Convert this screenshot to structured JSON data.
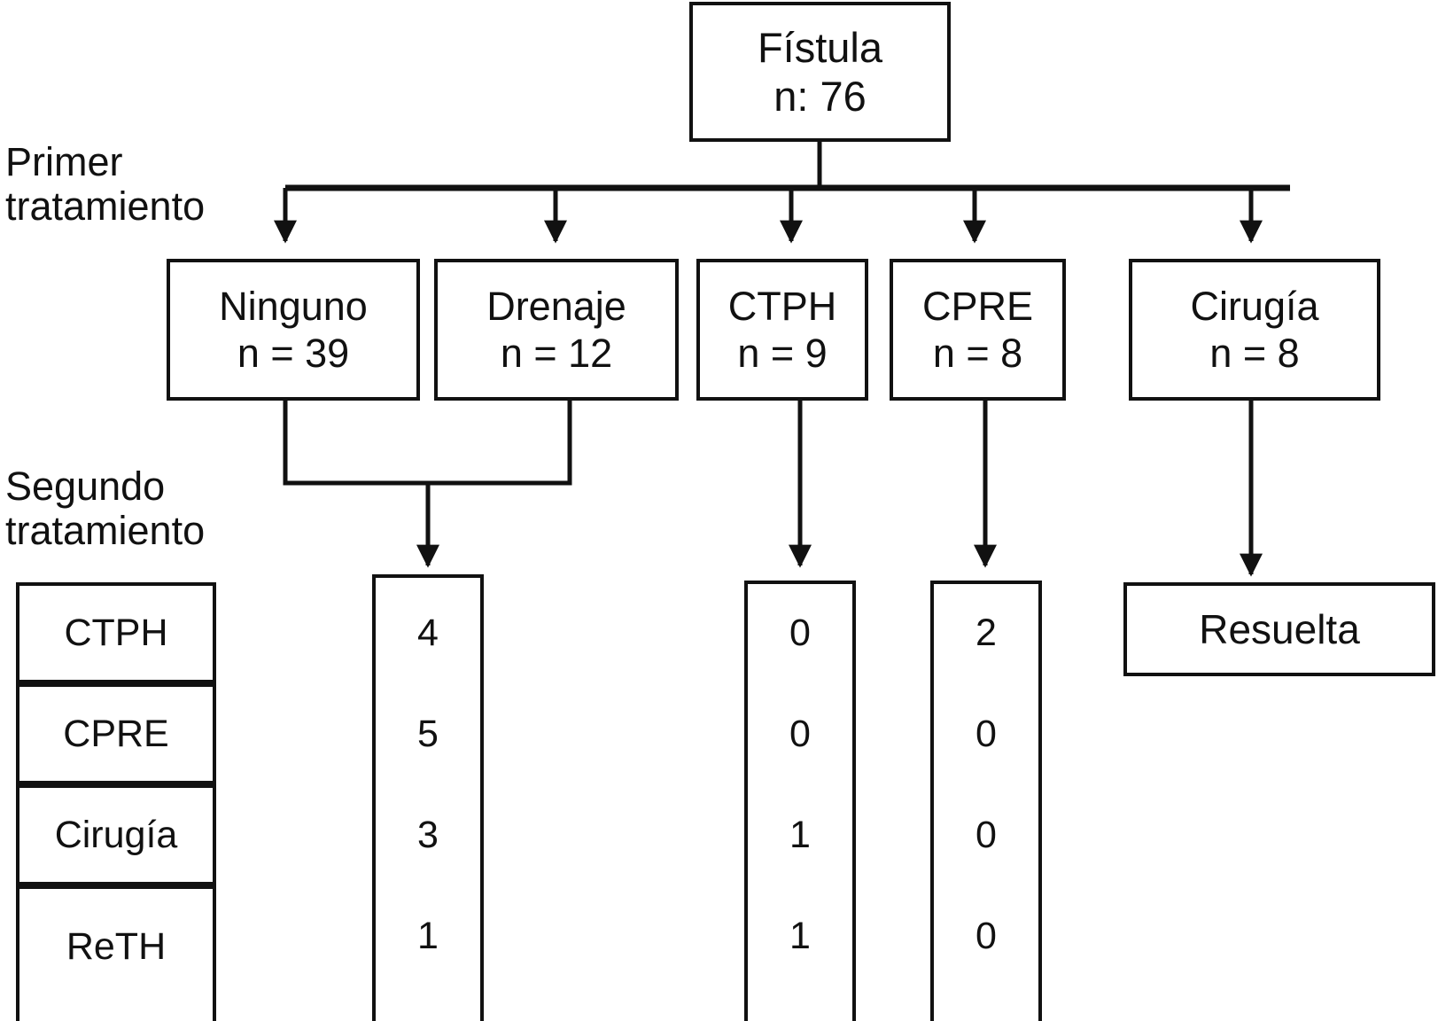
{
  "figure": {
    "title": "Fistula treatment flowchart",
    "language": "es",
    "stroke_color": "#111111",
    "background_color": "#ffffff"
  },
  "stage_labels": {
    "first": "Primer\ntratamiento",
    "second": "Segundo\ntratamiento"
  },
  "root": {
    "line1": "Fístula",
    "line2": "n: 76"
  },
  "first_treatment": [
    {
      "name": "Ninguno",
      "n": "n = 39"
    },
    {
      "name": "Drenaje",
      "n": "n = 12"
    },
    {
      "name": "CTPH",
      "n": "n = 9"
    },
    {
      "name": "CPRE",
      "n": "n = 8"
    },
    {
      "name": "Cirugía",
      "n": "n = 8"
    }
  ],
  "second_treatment": {
    "legend": [
      "CTPH",
      "CPRE",
      "Cirugía",
      "ReTH"
    ],
    "columns": [
      {
        "source": "Ninguno + Drenaje",
        "values": [
          "4",
          "5",
          "3",
          "1"
        ]
      },
      {
        "source": "CTPH",
        "values": [
          "0",
          "0",
          "1",
          "1"
        ]
      },
      {
        "source": "CPRE",
        "values": [
          "2",
          "0",
          "0",
          "0"
        ]
      }
    ],
    "outcome": "Resuelta"
  },
  "chart_data": {
    "type": "table",
    "title": "Fístula n: 76 — Primer y Segundo tratamiento",
    "categories": [
      "CTPH",
      "CPRE",
      "Cirugía",
      "ReTH"
    ],
    "series": [
      {
        "name": "Ninguno + Drenaje",
        "values": [
          4,
          5,
          3,
          1
        ]
      },
      {
        "name": "CTPH",
        "values": [
          0,
          0,
          1,
          1
        ]
      },
      {
        "name": "CPRE",
        "values": [
          2,
          0,
          0,
          0
        ]
      }
    ],
    "first_treatment_counts": {
      "Ninguno": 39,
      "Drenaje": 12,
      "CTPH": 9,
      "CPRE": 8,
      "Cirugía": 8
    },
    "total": 76
  }
}
